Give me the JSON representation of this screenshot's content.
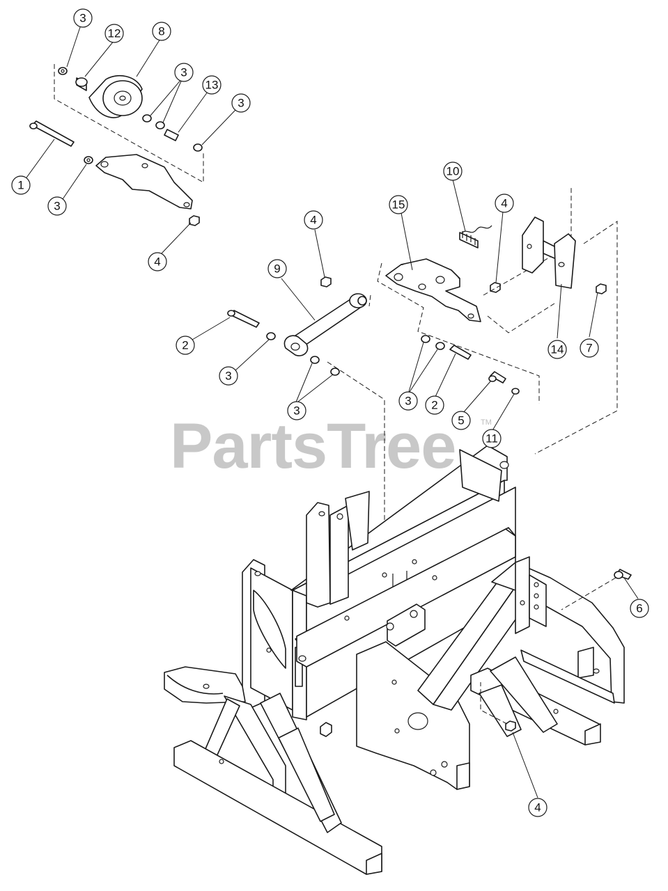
{
  "watermark": {
    "text": "PartsTree",
    "trademark": "TM",
    "color": "#c8c8c8"
  },
  "callouts": [
    {
      "id": "c1",
      "label": "3"
    },
    {
      "id": "c2",
      "label": "12"
    },
    {
      "id": "c3",
      "label": "8"
    },
    {
      "id": "c4",
      "label": "3"
    },
    {
      "id": "c5",
      "label": "13"
    },
    {
      "id": "c6",
      "label": "3"
    },
    {
      "id": "c7",
      "label": "1"
    },
    {
      "id": "c8",
      "label": "3"
    },
    {
      "id": "c9",
      "label": "4"
    },
    {
      "id": "c10",
      "label": "10"
    },
    {
      "id": "c11",
      "label": "4"
    },
    {
      "id": "c12",
      "label": "15"
    },
    {
      "id": "c13",
      "label": "4"
    },
    {
      "id": "c14",
      "label": "9"
    },
    {
      "id": "c15",
      "label": "2"
    },
    {
      "id": "c16",
      "label": "3"
    },
    {
      "id": "c17",
      "label": "3"
    },
    {
      "id": "c18",
      "label": "3"
    },
    {
      "id": "c19",
      "label": "2"
    },
    {
      "id": "c20",
      "label": "5"
    },
    {
      "id": "c21",
      "label": "11"
    },
    {
      "id": "c22",
      "label": "14"
    },
    {
      "id": "c23",
      "label": "7"
    },
    {
      "id": "c24",
      "label": "6"
    },
    {
      "id": "c25",
      "label": "4"
    }
  ]
}
